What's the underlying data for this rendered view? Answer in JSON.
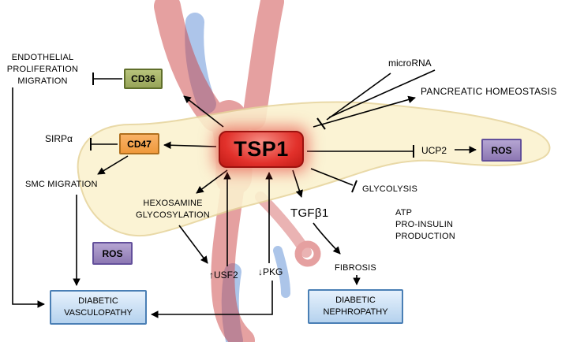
{
  "title": "TSP1 signaling pathway diagram",
  "center_node": {
    "label": "TSP1"
  },
  "nodes": {
    "endothelial": {
      "lines": [
        "ENDOTHELIAL",
        "PROLIFERATION",
        "MIGRATION"
      ]
    },
    "cd36": {
      "label": "CD36"
    },
    "sirpa": {
      "label": "SIRPα"
    },
    "cd47": {
      "label": "CD47"
    },
    "smc_migration": {
      "label": "SMC MIGRATION"
    },
    "ros_left": {
      "label": "ROS"
    },
    "diabetic_vasculopathy": {
      "lines": [
        "DIABETIC",
        "VASCULOPATHY"
      ]
    },
    "hexosamine": {
      "lines": [
        "HEXOSAMINE",
        "GLYCOSYLATION"
      ]
    },
    "usf2": {
      "prefix": "↑",
      "label": "USF2"
    },
    "pkg": {
      "prefix": "↓",
      "label": "PKG"
    },
    "microrna": {
      "label": "microRNA"
    },
    "pancreatic_homeostasis": {
      "label": "PANCREATIC HOMEOSTASIS"
    },
    "ucp2": {
      "label": "UCP2"
    },
    "ros_right": {
      "label": "ROS"
    },
    "glycolysis": {
      "label": "GLYCOLYSIS"
    },
    "tgfb1": {
      "label": "TGFβ1"
    },
    "atp": {
      "lines": [
        "ATP",
        "PRO-INSULIN",
        "PRODUCTION"
      ]
    },
    "fibrosis": {
      "label": "FIBROSIS"
    },
    "diabetic_nephropathy": {
      "lines": [
        "DIABETIC",
        "NEPHROPATHY"
      ]
    }
  },
  "colors": {
    "tsp1_fill": "#e2312b",
    "cd36_fill": "#a7b469",
    "cd47_fill": "#f6a44f",
    "ros_fill": "#9f8cc1",
    "outcome_fill": "#c8dff5",
    "outcome_border": "#4a7fb5",
    "pancreas_fill": "#fbf2cf",
    "vessel_red": "#cc4444",
    "vessel_blue": "#4a7fd0",
    "arrow": "#000000"
  }
}
